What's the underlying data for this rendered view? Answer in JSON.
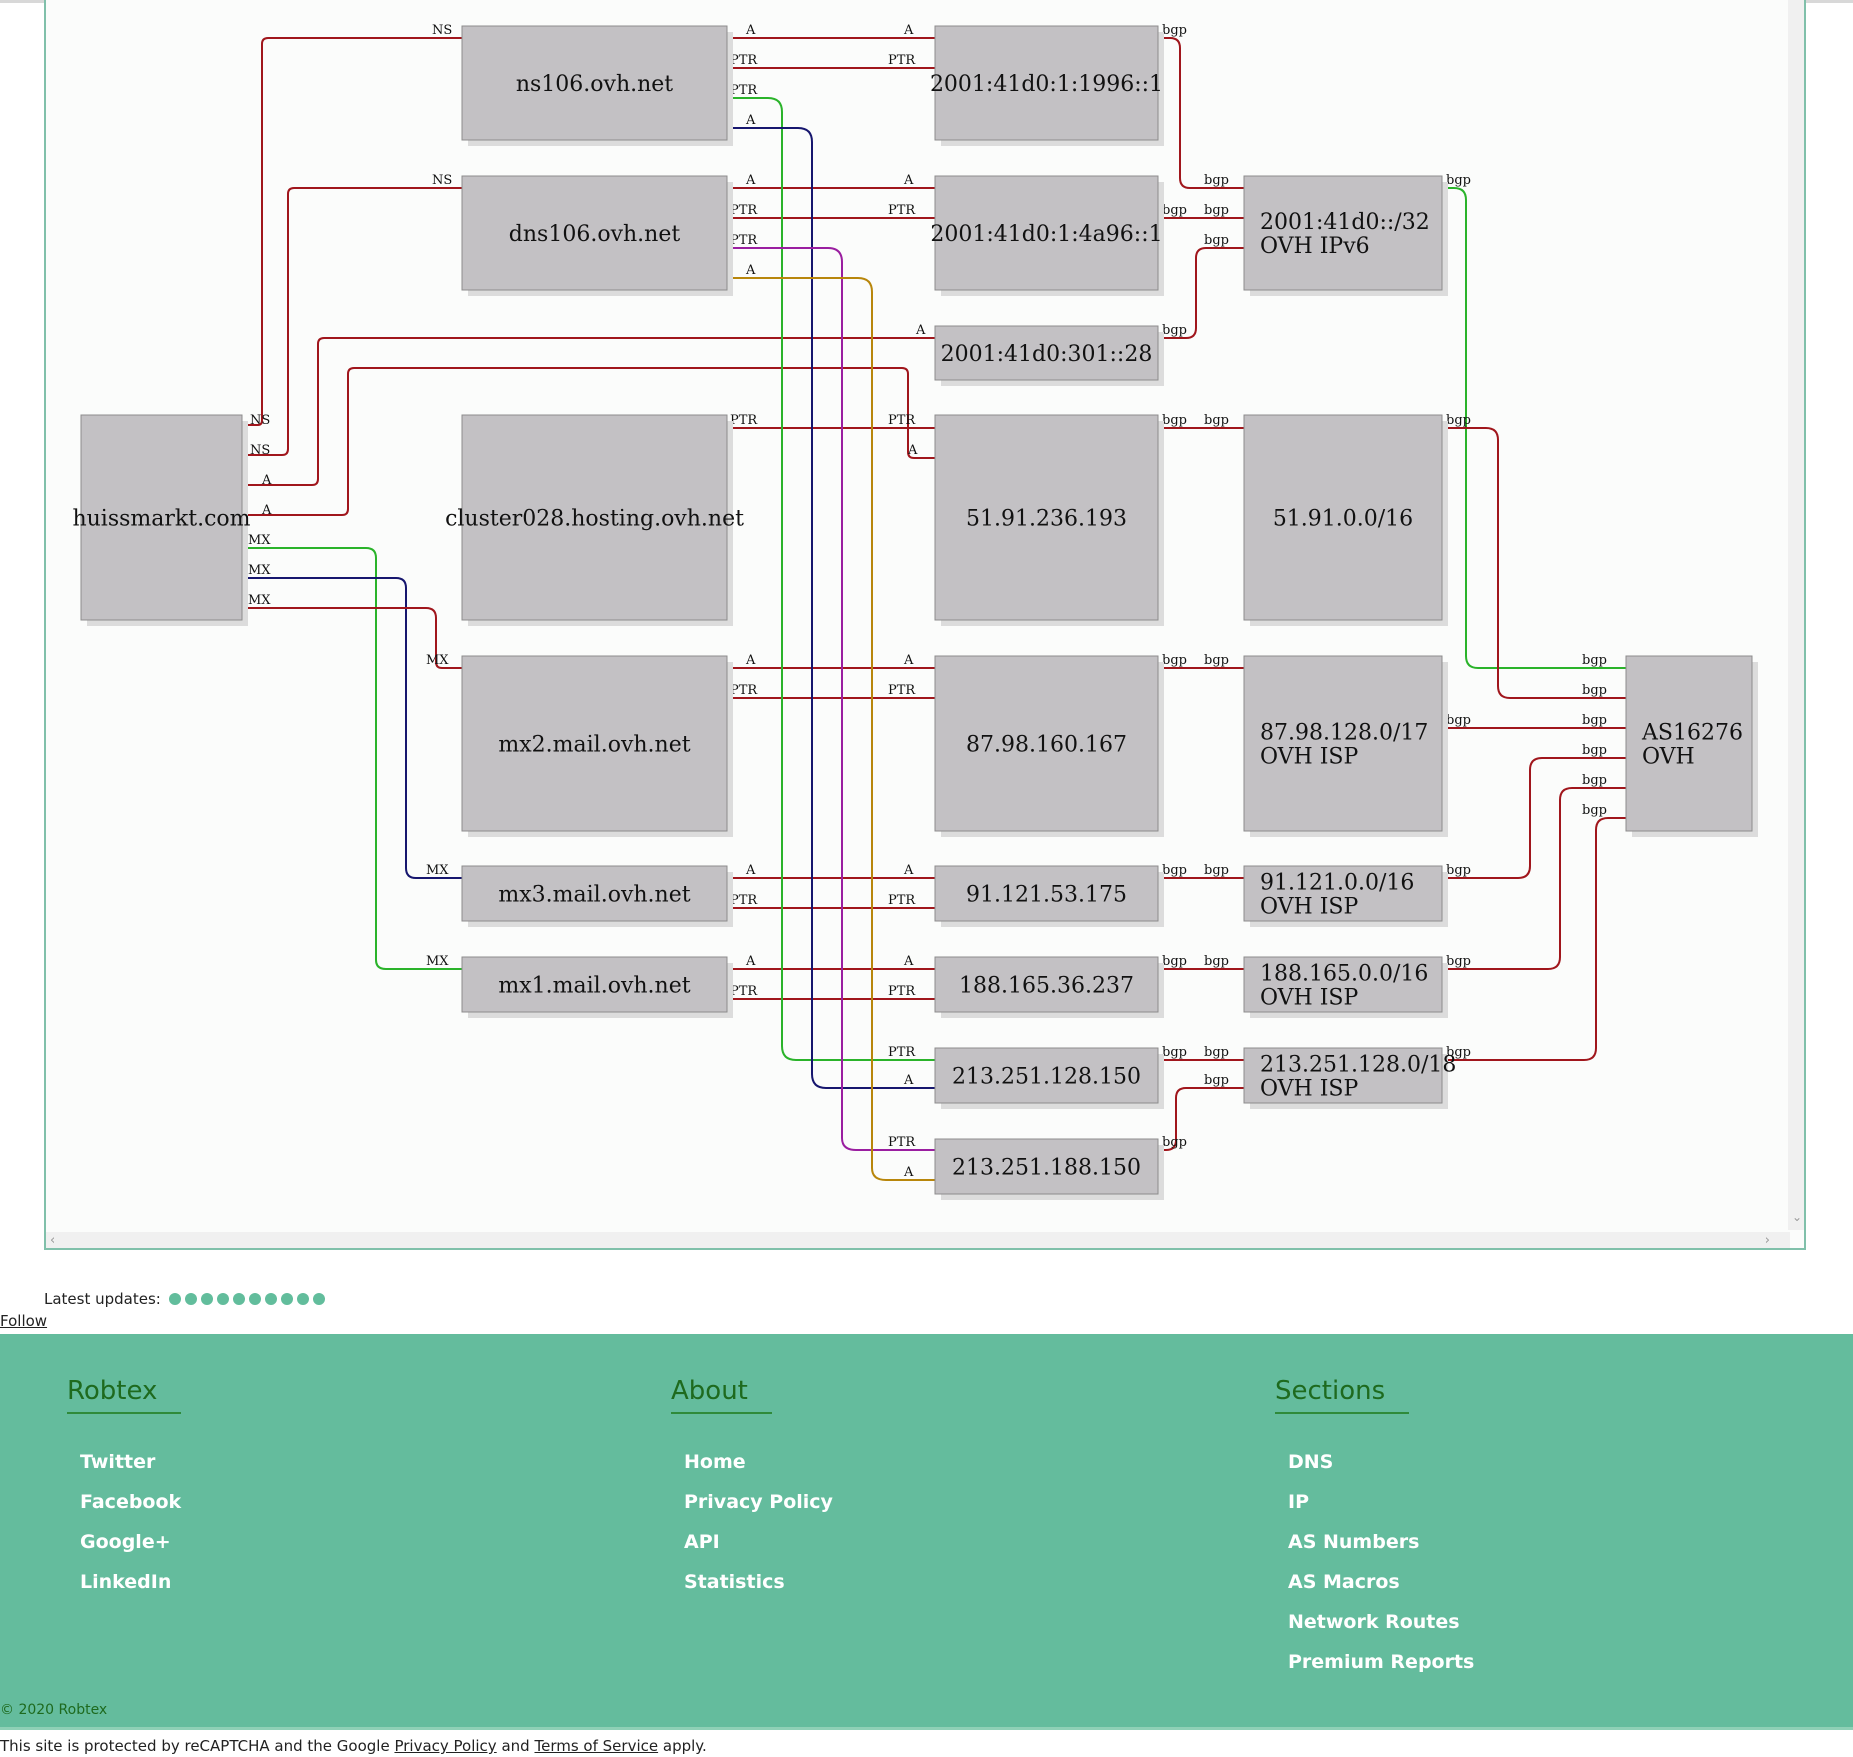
{
  "graph": {
    "nodes": [
      {
        "id": "huissmarkt",
        "lines": [
          "huissmarkt.com"
        ]
      },
      {
        "id": "ns106",
        "lines": [
          "ns106.ovh.net"
        ]
      },
      {
        "id": "dns106",
        "lines": [
          "dns106.ovh.net"
        ]
      },
      {
        "id": "cluster028",
        "lines": [
          "cluster028.hosting.ovh.net"
        ]
      },
      {
        "id": "mx2",
        "lines": [
          "mx2.mail.ovh.net"
        ]
      },
      {
        "id": "mx3",
        "lines": [
          "mx3.mail.ovh.net"
        ]
      },
      {
        "id": "mx1",
        "lines": [
          "mx1.mail.ovh.net"
        ]
      },
      {
        "id": "ip6a",
        "lines": [
          "2001:41d0:1:1996::1"
        ]
      },
      {
        "id": "ip6b",
        "lines": [
          "2001:41d0:1:4a96::1"
        ]
      },
      {
        "id": "ip6c",
        "lines": [
          "2001:41d0:301::28"
        ]
      },
      {
        "id": "ip51",
        "lines": [
          "51.91.236.193"
        ]
      },
      {
        "id": "ip87",
        "lines": [
          "87.98.160.167"
        ]
      },
      {
        "id": "ip91",
        "lines": [
          "91.121.53.175"
        ]
      },
      {
        "id": "ip188",
        "lines": [
          "188.165.36.237"
        ]
      },
      {
        "id": "ip213a",
        "lines": [
          "213.251.128.150"
        ]
      },
      {
        "id": "ip213b",
        "lines": [
          "213.251.188.150"
        ]
      },
      {
        "id": "net6",
        "lines": [
          "2001:41d0::/32",
          "OVH IPv6"
        ]
      },
      {
        "id": "net51",
        "lines": [
          "51.91.0.0/16"
        ]
      },
      {
        "id": "net87",
        "lines": [
          "87.98.128.0/17",
          "OVH ISP"
        ]
      },
      {
        "id": "net91",
        "lines": [
          "91.121.0.0/16",
          "OVH ISP"
        ]
      },
      {
        "id": "net188",
        "lines": [
          "188.165.0.0/16",
          "OVH ISP"
        ]
      },
      {
        "id": "net213",
        "lines": [
          "213.251.128.0/18",
          "OVH ISP"
        ]
      },
      {
        "id": "as16276",
        "lines": [
          "AS16276",
          "OVH"
        ]
      }
    ],
    "edge_labels": {
      "ns": "NS",
      "a": "A",
      "mx": "MX",
      "ptr": "PTR",
      "bgp": "bgp"
    },
    "colors": {
      "red": "#a0161c",
      "green": "#2ab32a",
      "navy": "#16166e",
      "purple": "#9a1ea0",
      "gold": "#b8860b"
    }
  },
  "latest": {
    "label": "Latest updates:",
    "dot_count": 10
  },
  "follow": "Follow",
  "footer": {
    "columns": [
      {
        "heading": "Robtex",
        "links": [
          "Twitter",
          "Facebook",
          "Google+",
          "LinkedIn"
        ]
      },
      {
        "heading": "About",
        "links": [
          "Home",
          "Privacy Policy",
          "API",
          "Statistics"
        ]
      },
      {
        "heading": "Sections",
        "links": [
          "DNS",
          "IP",
          "AS Numbers",
          "AS Macros",
          "Network Routes",
          "Premium Reports"
        ]
      }
    ],
    "copyright": "© 2020 Robtex"
  },
  "recaptcha": {
    "prefix": "This site is protected by reCAPTCHA and the Google",
    "privacy": "Privacy Policy",
    "and": "and",
    "terms": "Terms of Service",
    "suffix": "apply."
  }
}
